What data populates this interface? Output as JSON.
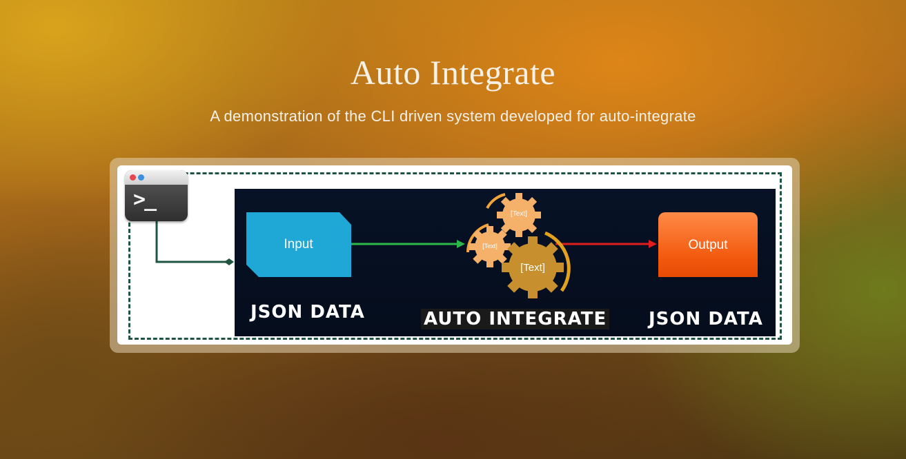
{
  "header": {
    "title": "Auto Integrate",
    "subtitle": "A demonstration of the CLI driven system developed for auto-integrate"
  },
  "terminal": {
    "icon": "terminal-icon",
    "prompt": ">_"
  },
  "diagram": {
    "input_label": "Input",
    "output_label": "Output",
    "gear_labels": [
      "[Text]",
      "[Text]",
      "[Text]"
    ],
    "captions": {
      "input": "JSON DATA",
      "process": "AUTO INTEGRATE",
      "output": "JSON DATA"
    }
  },
  "colors": {
    "input": "#1fa7d6",
    "output": "#f25a0e",
    "gear": "#f5b06a",
    "gear_large": "#c88f2e",
    "arrow_in": "#2db84a",
    "arrow_out": "#e11d1d",
    "connector": "#1e5440",
    "panel": "#071226"
  }
}
